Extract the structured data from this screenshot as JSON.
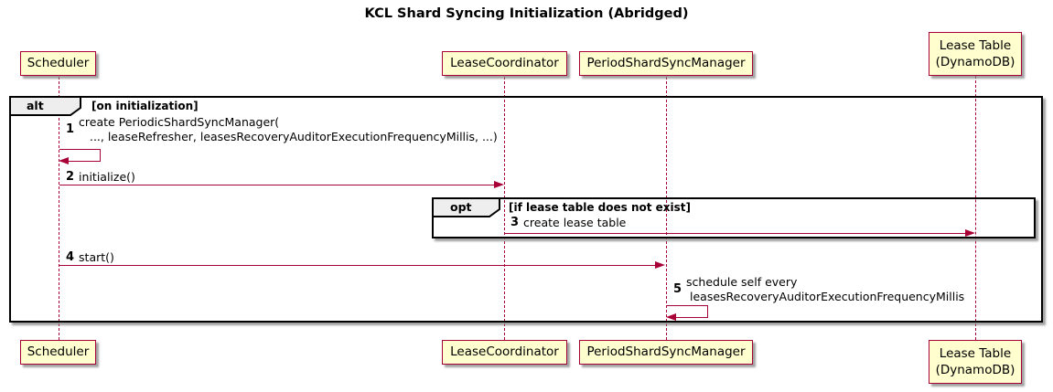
{
  "title": "KCL Shard Syncing Initialization (Abridged)",
  "participants": {
    "scheduler": {
      "label": "Scheduler"
    },
    "lease_coordinator": {
      "label": "LeaseCoordinator"
    },
    "period_shard_sync_manager": {
      "label": "PeriodShardSyncManager"
    },
    "lease_table": {
      "label": "Lease Table\n(DynamoDB)"
    }
  },
  "frames": {
    "alt": {
      "operator": "alt",
      "condition": "[on initialization]"
    },
    "opt": {
      "operator": "opt",
      "condition": "[if lease table does not exist]"
    }
  },
  "messages": {
    "m1": {
      "num": "1",
      "text": "create PeriodicShardSyncManager(\n   ..., leaseRefresher, leasesRecoveryAuditorExecutionFrequencyMillis, ...)"
    },
    "m2": {
      "num": "2",
      "text": "initialize()"
    },
    "m3": {
      "num": "3",
      "text": "create lease table"
    },
    "m4": {
      "num": "4",
      "text": "start()"
    },
    "m5": {
      "num": "5",
      "text": "schedule self every\n leasesRecoveryAuditorExecutionFrequencyMillis"
    }
  },
  "colors": {
    "participant_fill": "#FEFECE",
    "accent_border": "#A80036",
    "frame_border": "#000000",
    "frame_header_fill": "#EEEEEE",
    "background": "#FFFFFF"
  }
}
